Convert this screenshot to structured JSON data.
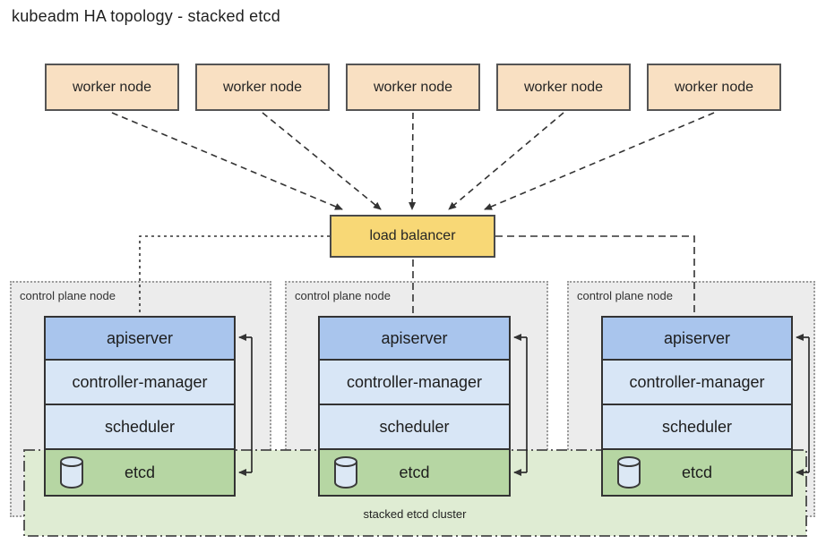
{
  "title": "kubeadm HA topology - stacked etcd",
  "workers": {
    "items": [
      "worker node",
      "worker node",
      "worker node",
      "worker node",
      "worker node"
    ]
  },
  "load_balancer": {
    "label": "load balancer"
  },
  "control_plane_nodes": [
    {
      "label": "control plane node",
      "components": [
        "apiserver",
        "controller-manager",
        "scheduler",
        "etcd"
      ]
    },
    {
      "label": "control plane node",
      "components": [
        "apiserver",
        "controller-manager",
        "scheduler",
        "etcd"
      ]
    },
    {
      "label": "control plane node",
      "components": [
        "apiserver",
        "controller-manager",
        "scheduler",
        "etcd"
      ]
    }
  ],
  "etcd_cluster": {
    "label": "stacked etcd cluster"
  },
  "icons": {
    "etcd": "database-icon"
  },
  "colors": {
    "worker-fill": "#f9e0c2",
    "lb-fill": "#f8d876",
    "apiserver-fill": "#a9c5ed",
    "component-fill": "#d8e6f6",
    "etcd-fill": "#b6d6a3",
    "band-fill": "#dfecd3",
    "cp-fill": "#ececec",
    "cylinder-fill": "#dce8f5",
    "line": "#333333"
  }
}
